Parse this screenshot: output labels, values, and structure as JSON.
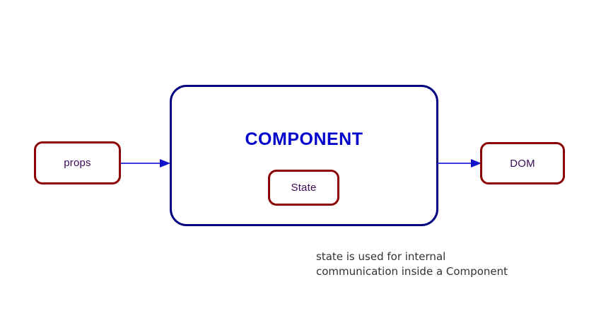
{
  "diagram": {
    "title_text": "COMPONENT",
    "nodes": {
      "props": {
        "label": "props",
        "shape": "rounded-rect",
        "border_color": "#8B0000",
        "text_color": "#3a0a55"
      },
      "component": {
        "label": "COMPONENT",
        "shape": "rounded-rect",
        "border_color": "#000080",
        "text_color": "#0000CC"
      },
      "state": {
        "label": "State",
        "shape": "rounded-rect",
        "border_color": "#8B0000",
        "text_color": "#3a0a55"
      },
      "dom": {
        "label": "DOM",
        "shape": "rounded-rect",
        "border_color": "#8B0000",
        "text_color": "#3a0a55"
      }
    },
    "edges": [
      {
        "from": "props",
        "to": "component",
        "color": "#3b3bdd",
        "arrowhead": "solid-triangle"
      },
      {
        "from": "component",
        "to": "dom",
        "color": "#3b3bdd",
        "arrowhead": "solid-triangle"
      }
    ],
    "caption": "state is used for internal\ncommunication inside a Component",
    "colors": {
      "background": "#ffffff",
      "red_border": "#8B0000",
      "navy_border": "#000080",
      "title_blue": "#0000CC",
      "arrow_blue": "#3b3bdd",
      "caption_gray": "#333333",
      "node_text": "#3a0a55"
    }
  }
}
